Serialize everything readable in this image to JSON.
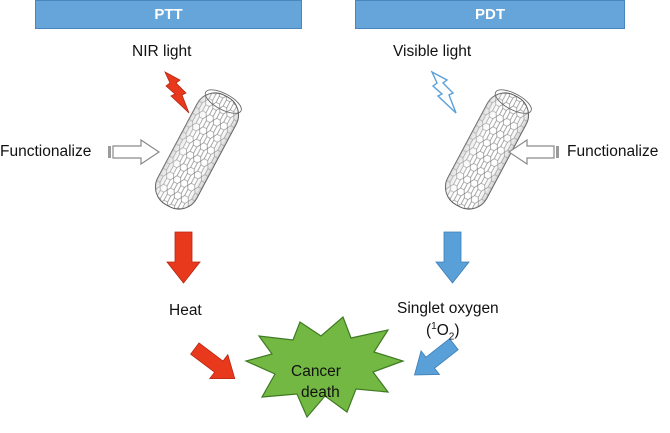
{
  "ptt": {
    "header": "PTT",
    "light_label": "NIR light",
    "functionalize_label": "Functionalize",
    "result_label": "Heat",
    "accent_color": "#e8391c"
  },
  "pdt": {
    "header": "PDT",
    "light_label": "Visible light",
    "functionalize_label": "Functionalize",
    "result_label_line1": "Singlet oxygen",
    "result_label_line2_prefix": "(",
    "result_superscript": "1",
    "result_main": "O",
    "result_subscript": "2",
    "result_label_line2_suffix": ")",
    "accent_color": "#5aa0d8"
  },
  "outcome": {
    "line1": "Cancer",
    "line2": "death",
    "fill_color": "#74b844"
  }
}
